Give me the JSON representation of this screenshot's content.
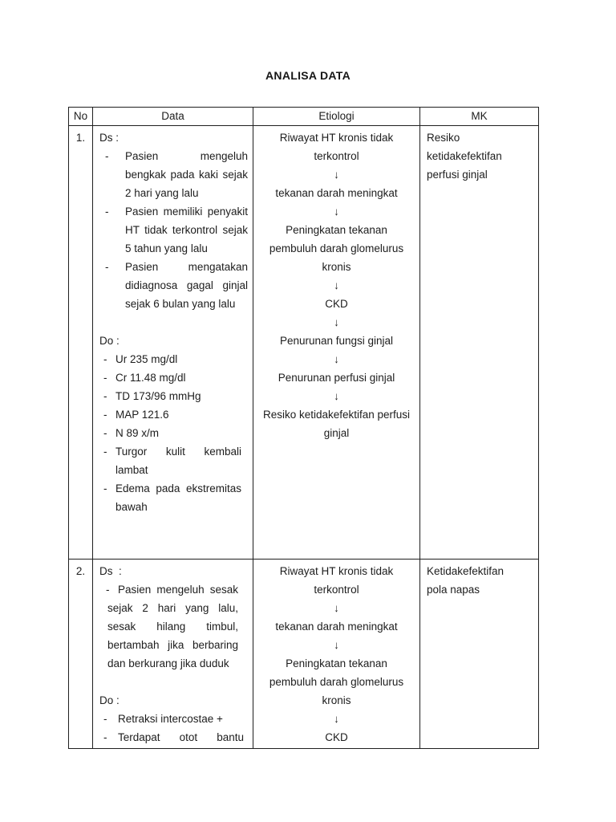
{
  "page": {
    "title": "ANALISA DATA"
  },
  "glyphs": {
    "dash": "-",
    "arrow": "↓"
  },
  "table": {
    "headers": {
      "no": "No",
      "data": "Data",
      "etiologi": "Etiologi",
      "mk": "MK"
    },
    "rows": [
      {
        "no": "1.",
        "ds_label": "Ds :",
        "ds_items": [
          "Pasien mengeluh bengkak pada kaki sejak 2 hari yang lalu",
          "Pasien memiliki penyakit HT tidak terkontrol sejak 5 tahun yang lalu",
          "Pasien mengatakan didiagnosa gagal ginjal sejak 6 bulan yang lalu"
        ],
        "do_label": "Do :",
        "do_items": [
          "Ur 235 mg/dl",
          "Cr 11.48 mg/dl",
          "TD 173/96 mmHg",
          "MAP 121.6",
          "N 89 x/m",
          "Turgor kulit kembali lambat",
          "Edema pada ekstremitas bawah"
        ],
        "etiologi_lines": [
          "Riwayat HT kronis tidak",
          "terkontrol",
          "↓",
          "tekanan darah meningkat",
          "↓",
          "Peningkatan tekanan",
          "pembuluh darah glomelurus",
          "kronis",
          "↓",
          "CKD",
          "↓",
          "Penurunan fungsi ginjal",
          "↓",
          "Penurunan perfusi ginjal",
          "↓",
          "Resiko ketidakefektifan perfusi",
          "ginjal"
        ],
        "mk": "Resiko ketidakefektifan perfusi ginjal"
      },
      {
        "no": "2.",
        "ds_label": "Ds  :",
        "ds_items": [
          "Pasien mengeluh sesak sejak 2 hari yang lalu, sesak hilang timbul, bertambah jika berbaring dan berkurang jika duduk"
        ],
        "do_label": "Do :",
        "do_items": [
          "Retraksi intercostae +",
          "Terdapat otot bantu"
        ],
        "etiologi_lines": [
          "Riwayat HT kronis tidak",
          "terkontrol",
          "↓",
          "tekanan darah meningkat",
          "↓",
          "Peningkatan tekanan",
          "pembuluh darah glomelurus",
          "kronis",
          "↓",
          "CKD"
        ],
        "mk": "Ketidakefektifan pola napas"
      }
    ]
  }
}
